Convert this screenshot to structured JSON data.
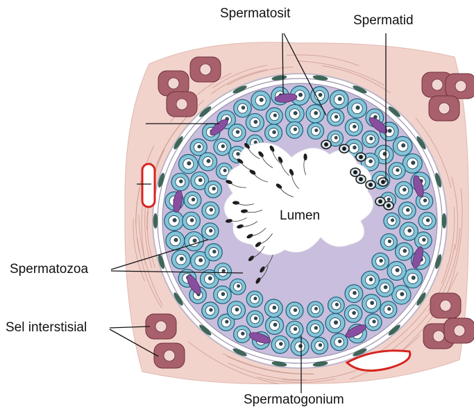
{
  "labels": {
    "spermatosit": "Spermatosit",
    "spermatid": "Spermatid",
    "lumen": "Lumen",
    "spermatozoa": "Spermatozoa",
    "sel_interstisial": "Sel interstisial",
    "spermatogonium": "Spermatogonium"
  },
  "colors": {
    "interstitium": "#f2d3cc",
    "interstitial_cell": "#a8606c",
    "basement_membrane": "#ffffff",
    "cytoplasm": "#c9bedd",
    "cell_fill": "#84c4d8",
    "cell_stroke": "#1f5d77",
    "sertoli": "#8a4ea0",
    "blood_vessel": "#d6241f",
    "sperm": "#1b1b1b",
    "myoid": "#3e6658"
  }
}
